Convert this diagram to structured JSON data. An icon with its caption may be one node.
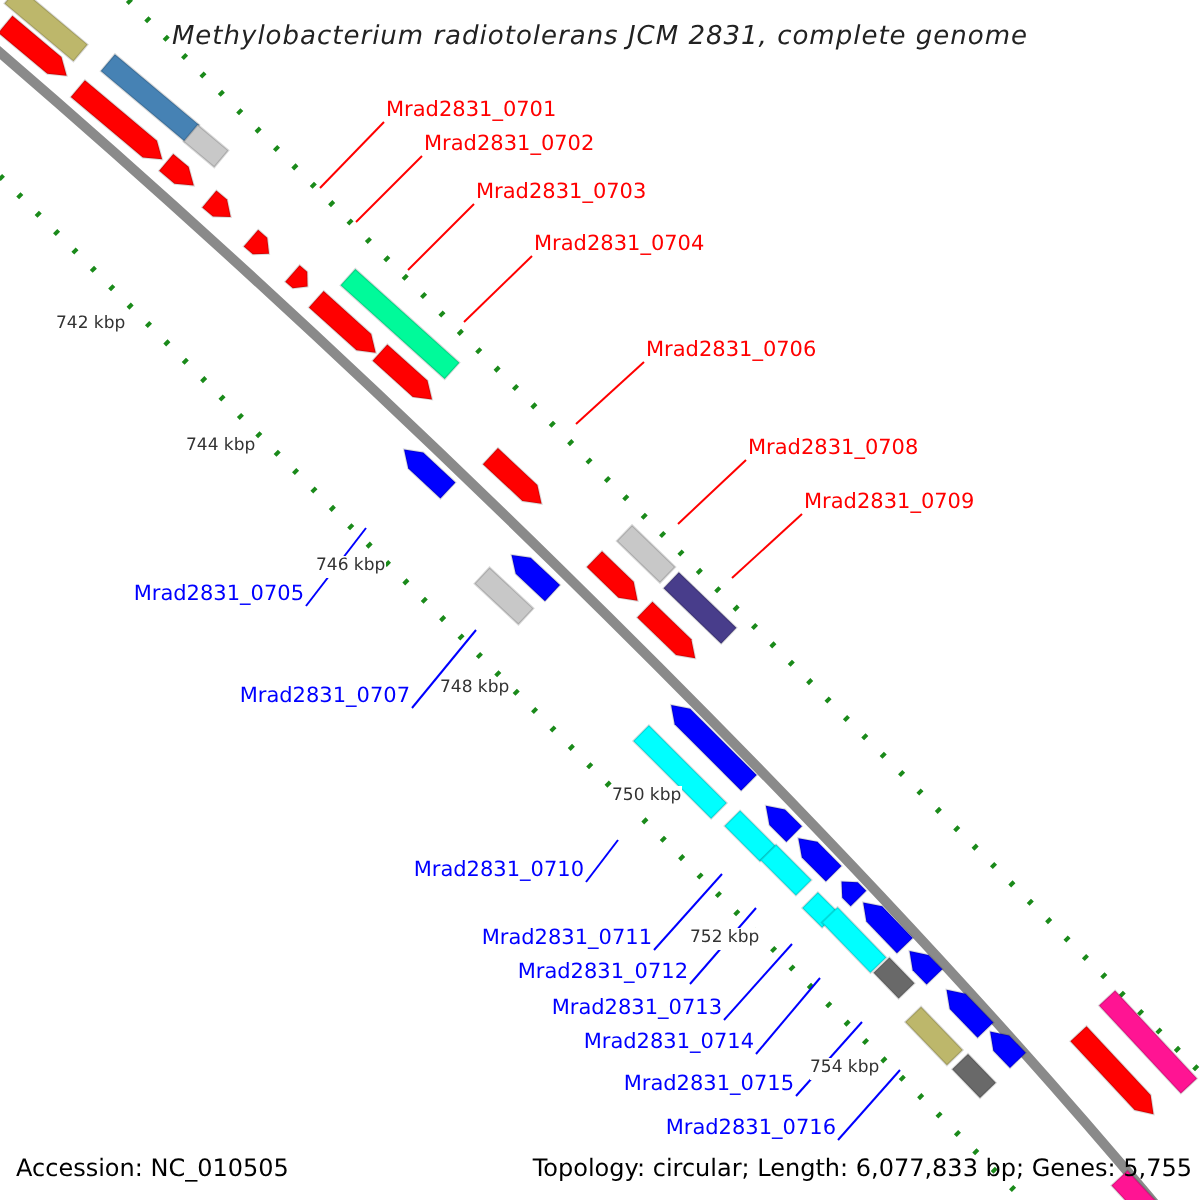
{
  "diagram": {
    "title": "Methylobacterium radiotolerans JCM 2831, complete genome",
    "nodes": [
      {
        "text": [
          "Mrad2831_0701"
        ]
      },
      {
        "text": [
          "Mrad2831_0702"
        ]
      },
      {
        "text": [
          "Mrad2831_0703"
        ]
      },
      {
        "text": [
          "Mrad2831_0704"
        ]
      },
      {
        "text": [
          "Mrad2831_0706"
        ]
      },
      {
        "text": [
          "Mrad2831_0708"
        ]
      },
      {
        "text": [
          "Mrad2831_0709"
        ]
      },
      {
        "text": [
          "Mrad2831_0705"
        ]
      },
      {
        "text": [
          "Mrad2831_0707"
        ]
      },
      {
        "text": [
          "Mrad2831_0710"
        ]
      },
      {
        "text": [
          "Mrad2831_0711"
        ]
      },
      {
        "text": [
          "Mrad2831_0712"
        ]
      },
      {
        "text": [
          "Mrad2831_0713"
        ]
      },
      {
        "text": [
          "Mrad2831_0714"
        ]
      },
      {
        "text": [
          "Mrad2831_0715"
        ]
      },
      {
        "text": [
          "Mrad2831_0716"
        ]
      }
    ],
    "edges": [
      {
        "from": 0,
        "to": null,
        "arrow": "none",
        "color": "#ff0000"
      },
      {
        "from": 1,
        "to": null,
        "arrow": "none",
        "color": "#ff0000"
      },
      {
        "from": 2,
        "to": null,
        "arrow": "none",
        "color": "#ff0000"
      },
      {
        "from": 3,
        "to": null,
        "arrow": "none",
        "color": "#ff0000"
      },
      {
        "from": 4,
        "to": null,
        "arrow": "none",
        "color": "#ff0000"
      },
      {
        "from": 5,
        "to": null,
        "arrow": "none",
        "color": "#ff0000"
      },
      {
        "from": 6,
        "to": null,
        "arrow": "none",
        "color": "#ff0000"
      },
      {
        "from": 7,
        "to": null,
        "arrow": "none"
      },
      {
        "from": 8,
        "to": null,
        "arrow": "none"
      },
      {
        "from": 9,
        "to": null,
        "arrow": "none"
      },
      {
        "from": 10,
        "to": null,
        "arrow": "none"
      },
      {
        "from": 11,
        "to": null,
        "arrow": "none"
      },
      {
        "from": 12,
        "to": null,
        "arrow": "none"
      },
      {
        "from": 13,
        "to": null,
        "arrow": "none"
      },
      {
        "from": 14,
        "to": null,
        "arrow": "none"
      },
      {
        "from": 15,
        "to": null,
        "arrow": "none"
      }
    ],
    "labels": [
      "742 kbp",
      "744 kbp",
      "746 kbp",
      "748 kbp",
      "750 kbp",
      "752 kbp",
      "754 kbp",
      "Accession: NC_010505",
      "Topology: circular; Length: 6,077,833 bp; Genes: 5,755"
    ]
  }
}
